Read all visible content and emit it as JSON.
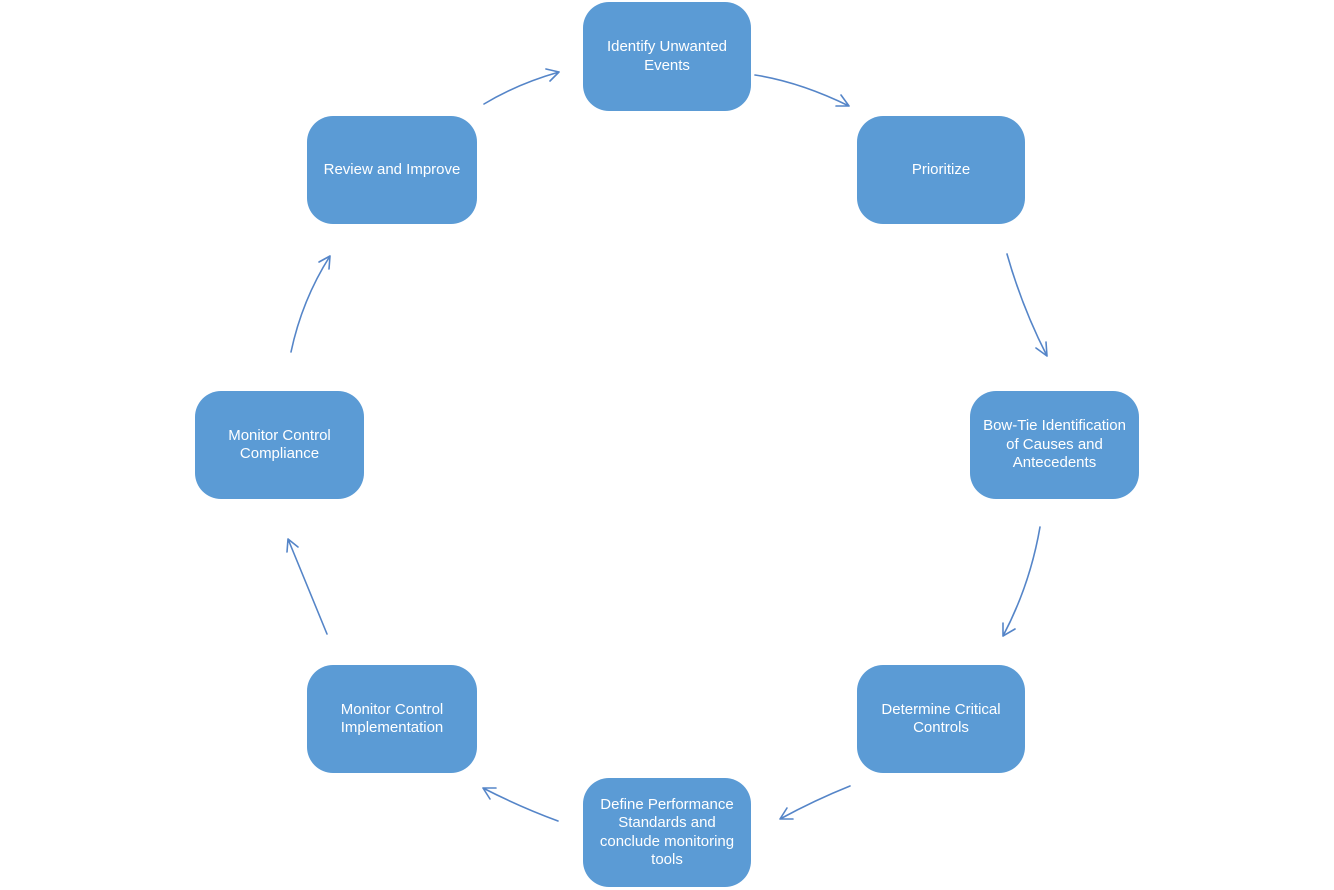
{
  "diagram": {
    "type": "cycle",
    "colors": {
      "box_fill": "#5B9BD5",
      "box_text": "#FFFFFF",
      "arrow": "#5585C8",
      "background": "#FFFFFF"
    },
    "nodes": [
      {
        "id": "identify-unwanted-events",
        "label": "Identify Unwanted Events"
      },
      {
        "id": "prioritize",
        "label": "Prioritize"
      },
      {
        "id": "bow-tie-identification",
        "label": "Bow-Tie Identification of Causes and Antecedents"
      },
      {
        "id": "determine-critical-controls",
        "label": "Determine Critical Controls"
      },
      {
        "id": "define-performance-standards",
        "label": "Define Performance Standards and conclude monitoring tools"
      },
      {
        "id": "monitor-control-implementation",
        "label": "Monitor Control Implementation"
      },
      {
        "id": "monitor-control-compliance",
        "label": "Monitor Control Compliance"
      },
      {
        "id": "review-and-improve",
        "label": "Review and Improve"
      }
    ],
    "connections": [
      {
        "from": "identify-unwanted-events",
        "to": "prioritize"
      },
      {
        "from": "prioritize",
        "to": "bow-tie-identification"
      },
      {
        "from": "bow-tie-identification",
        "to": "determine-critical-controls"
      },
      {
        "from": "determine-critical-controls",
        "to": "define-performance-standards"
      },
      {
        "from": "define-performance-standards",
        "to": "monitor-control-implementation"
      },
      {
        "from": "monitor-control-implementation",
        "to": "monitor-control-compliance"
      },
      {
        "from": "monitor-control-compliance",
        "to": "review-and-improve"
      },
      {
        "from": "review-and-improve",
        "to": "identify-unwanted-events"
      }
    ]
  }
}
